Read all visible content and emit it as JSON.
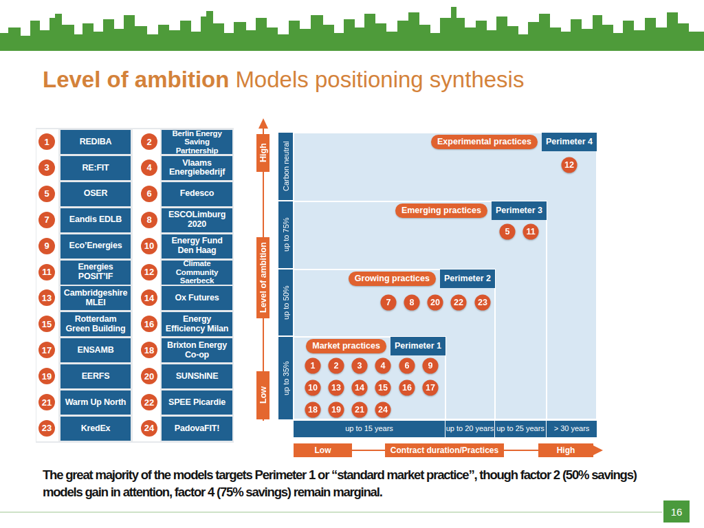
{
  "diagram": {
    "title": "Level of ambition",
    "caption": "The great majority of the models targets Perimeter 1 or “standard market practice”, though factor 2 (50% savings) models gain in attention, factor 4 (75% savings) remain marginal.",
    "nodes": [
      {
        "text": [
          "Experimental practices",
          "Perimeter 4"
        ]
      },
      {
        "text": [
          "12"
        ],
        "in": 0
      },
      {
        "text": [
          "Emerging practices",
          "Perimeter 3"
        ],
        "in": 0
      },
      {
        "text": [
          "5"
        ],
        "in": 2
      },
      {
        "text": [
          "11"
        ],
        "in": 2
      },
      {
        "text": [
          "Growing practices",
          "Perimeter 2"
        ],
        "in": 2
      },
      {
        "text": [
          "7"
        ],
        "in": 5
      },
      {
        "text": [
          "8"
        ],
        "in": 5
      },
      {
        "text": [
          "20"
        ],
        "in": 5
      },
      {
        "text": [
          "22"
        ],
        "in": 5
      },
      {
        "text": [
          "23"
        ],
        "in": 5
      },
      {
        "text": [
          "Market practices",
          "Perimeter 1"
        ],
        "in": 5
      },
      {
        "text": [
          "1"
        ],
        "in": 11
      },
      {
        "text": [
          "2"
        ],
        "in": 11
      },
      {
        "text": [
          "3"
        ],
        "in": 11
      },
      {
        "text": [
          "4"
        ],
        "in": 11
      },
      {
        "text": [
          "6"
        ],
        "in": 11
      },
      {
        "text": [
          "9"
        ],
        "in": 11
      },
      {
        "text": [
          "10"
        ],
        "in": 11
      },
      {
        "text": [
          "13"
        ],
        "in": 11
      },
      {
        "text": [
          "14"
        ],
        "in": 11
      },
      {
        "text": [
          "15"
        ],
        "in": 11
      },
      {
        "text": [
          "16"
        ],
        "in": 11
      },
      {
        "text": [
          "17"
        ],
        "in": 11
      },
      {
        "text": [
          "18"
        ],
        "in": 11
      },
      {
        "text": [
          "19"
        ],
        "in": 11
      },
      {
        "text": [
          "21"
        ],
        "in": 11
      },
      {
        "text": [
          "24"
        ],
        "in": 11
      }
    ],
    "labels": [
      "Models positioning synthesis",
      "1",
      "REDIBA",
      "2",
      "Berlin Energy Saving Partnership",
      "3",
      "RE:FIT",
      "4",
      "Vlaams Energiebedrijf",
      "5",
      "OSER",
      "6",
      "Fedesco",
      "7",
      "Eandis EDLB",
      "8",
      "ESCOLimburg 2020",
      "9",
      "Eco’Energies",
      "10",
      "Energy Fund Den Haag",
      "11",
      "Energies POSIT’IF",
      "12",
      "Climate Community Saerbeck",
      "13",
      "Cambridgeshire MLEI",
      "14",
      "Ox Futures",
      "15",
      "Rotterdam Green Building",
      "16",
      "Energy Efficiency Milan",
      "17",
      "ENSAMB",
      "18",
      "Brixton Energy Co-op",
      "19",
      "EERFS",
      "20",
      "SUNShINE",
      "21",
      "Warm Up North",
      "22",
      "SPEE Picardie",
      "23",
      "KredEx",
      "24",
      "PadovaFIT!",
      "High",
      "Level of ambition",
      "Low",
      "Carbon neutral",
      "up to 75%",
      "up to 50%",
      "up to 35%",
      "up to 15 years",
      "up to 20 years",
      "up to 25 years",
      "> 30 years",
      "Low",
      "Contract duration/Practices",
      "High",
      "16"
    ]
  }
}
